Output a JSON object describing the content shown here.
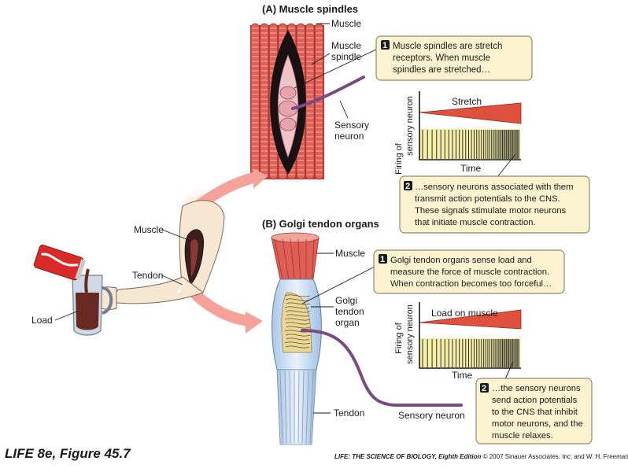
{
  "panel_a": {
    "title": "(A) Muscle spindles",
    "labels": {
      "muscle": "Muscle",
      "spindle_1": "Muscle",
      "spindle_2": "spindle",
      "sensory_1": "Sensory",
      "sensory_2": "neuron"
    },
    "callout1": {
      "number": "1",
      "lines": [
        "Muscle spindles are stretch",
        "receptors. When muscle",
        "spindles are stretched…"
      ]
    },
    "graph": {
      "ylabel_1": "Firing of",
      "ylabel_2": "sensory neuron",
      "xlabel": "Time",
      "wedge_label": "Stretch"
    },
    "callout2": {
      "number": "2",
      "lines": [
        "…sensory neurons associated with them",
        "transmit action potentials to the CNS.",
        "These signals stimulate motor neurons",
        "that initiate muscle contraction."
      ]
    }
  },
  "panel_b": {
    "title": "(B) Golgi tendon organs",
    "labels": {
      "muscle": "Muscle",
      "golgi_1": "Golgi",
      "golgi_2": "tendon",
      "golgi_3": "organ",
      "tendon": "Tendon",
      "sensory": "Sensory neuron"
    },
    "callout1": {
      "number": "1",
      "lines": [
        "Golgi tendon organs sense load and",
        "measure the force of muscle contraction.",
        "When contraction becomes too forceful…"
      ]
    },
    "graph": {
      "ylabel_1": "Firing of",
      "ylabel_2": "sensory neuron",
      "xlabel": "Time",
      "wedge_label": "Load on muscle"
    },
    "callout2": {
      "number": "2",
      "lines": [
        "…the sensory neurons",
        "send action potentials",
        "to the CNS that inhibit",
        "motor neurons, and the",
        "muscle relaxes."
      ]
    }
  },
  "arm": {
    "muscle": "Muscle",
    "tendon": "Tendon",
    "load": "Load"
  },
  "footer": {
    "figure": "LIFE 8e, Figure 45.7",
    "book": "LIFE: THE SCIENCE OF BIOLOGY, Eighth Edition",
    "credit": " © 2007 Sinauer Associates, Inc. and W. H. Freeman & Co."
  },
  "colors": {
    "muscle": "#e05f55",
    "callout": "#fbf3cf",
    "plot": "#f6f0a6",
    "wedge": "#e0503f",
    "neuron": "#7a4a82",
    "arrow": "#f4a29a"
  }
}
